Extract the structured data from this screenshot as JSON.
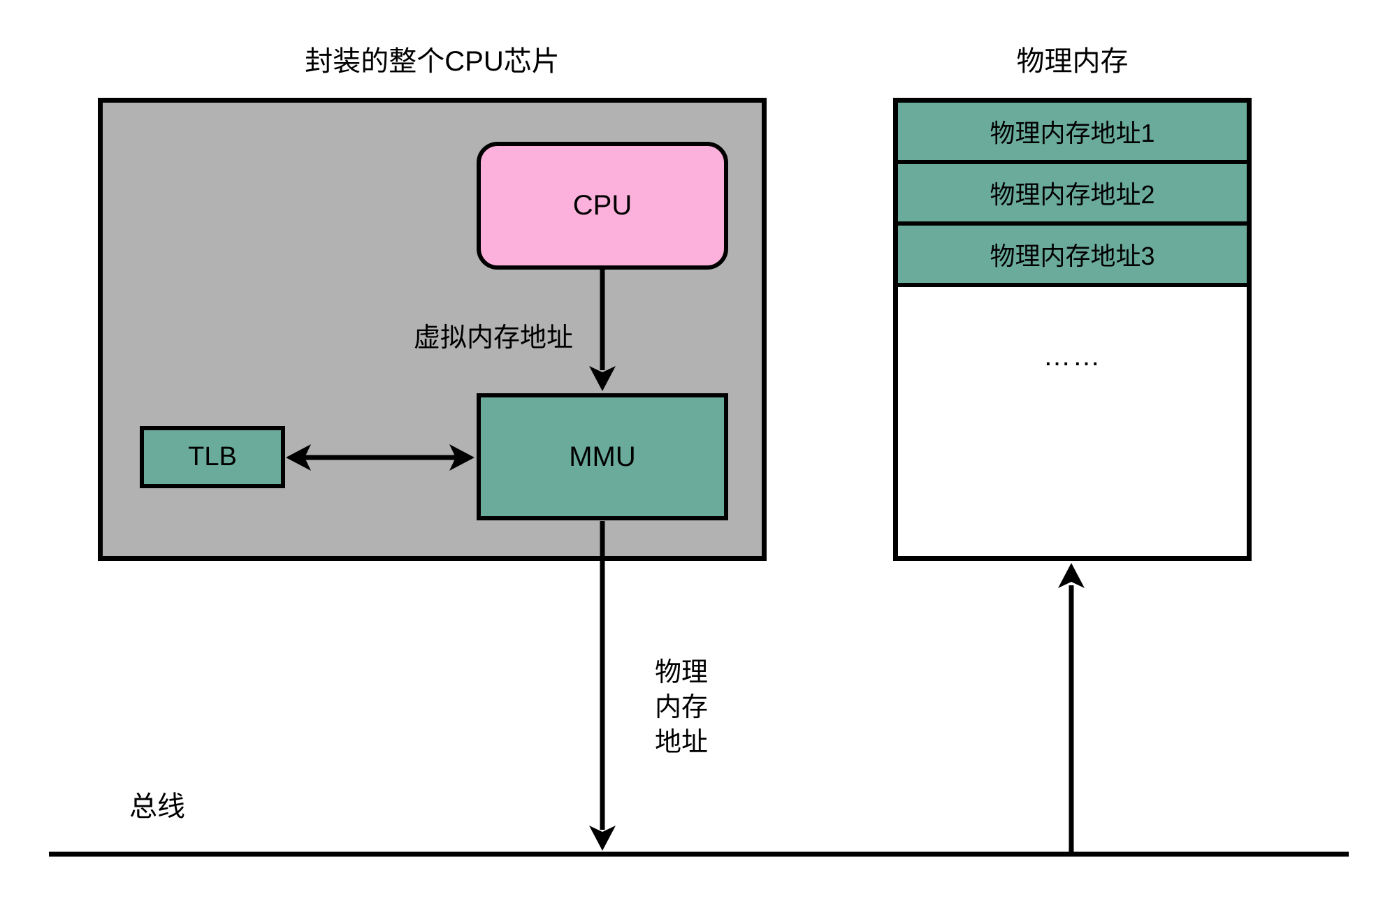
{
  "chip": {
    "title": "封装的整个CPU芯片",
    "cpu_label": "CPU",
    "mmu_label": "MMU",
    "tlb_label": "TLB",
    "virtual_address_label": "虚拟内存地址"
  },
  "memory": {
    "title": "物理内存",
    "rows": [
      "物理内存地址1",
      "物理内存地址2",
      "物理内存地址3"
    ],
    "ellipsis_label": "……"
  },
  "bus": {
    "label": "总线"
  },
  "physical_address_label": {
    "line1": "物理",
    "line2": "内存",
    "line3": "地址"
  },
  "colors": {
    "chip_background": "#b2b2b2",
    "teal_fill": "#6aab9b",
    "cpu_fill": "#fbb1db",
    "line": "#000000",
    "page_background": "#ffffff"
  }
}
